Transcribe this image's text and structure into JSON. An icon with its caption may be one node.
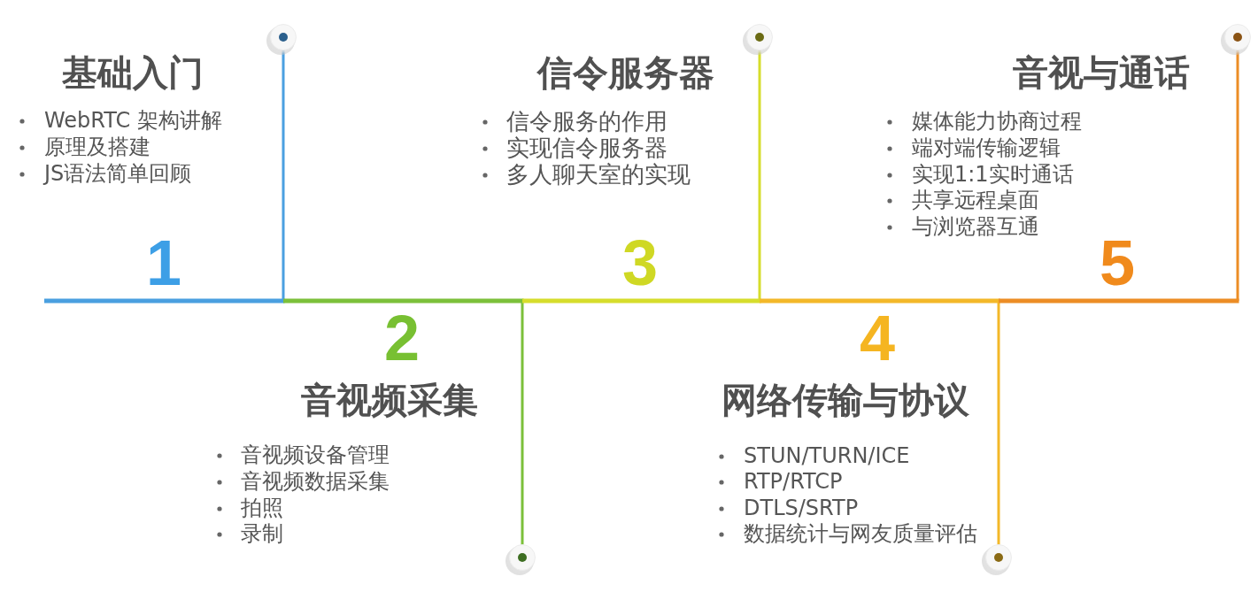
{
  "diagram": {
    "labels": [
      "基础入门",
      "WebRTC 架构讲解",
      "原理及搭建",
      "JS语法简单回顾",
      "1",
      "2",
      "音视频采集",
      "音视频设备管理",
      "音视频数据采集",
      "拍照",
      "录制",
      "信令服务器",
      "信令服务的作用",
      "实现信令服务器",
      "多人聊天室的实现",
      "3",
      "4",
      "网络传输与协议",
      "STUN/TURN/ICE",
      "RTP/RTCP",
      "DTLS/SRTP",
      "数据统计与网友质量评估",
      "音视与通话",
      "媒体能力协商过程",
      "端对端传输逻辑",
      "实现1:1实时通话",
      "共享远程桌面",
      "与浏览器互通",
      "5"
    ]
  }
}
